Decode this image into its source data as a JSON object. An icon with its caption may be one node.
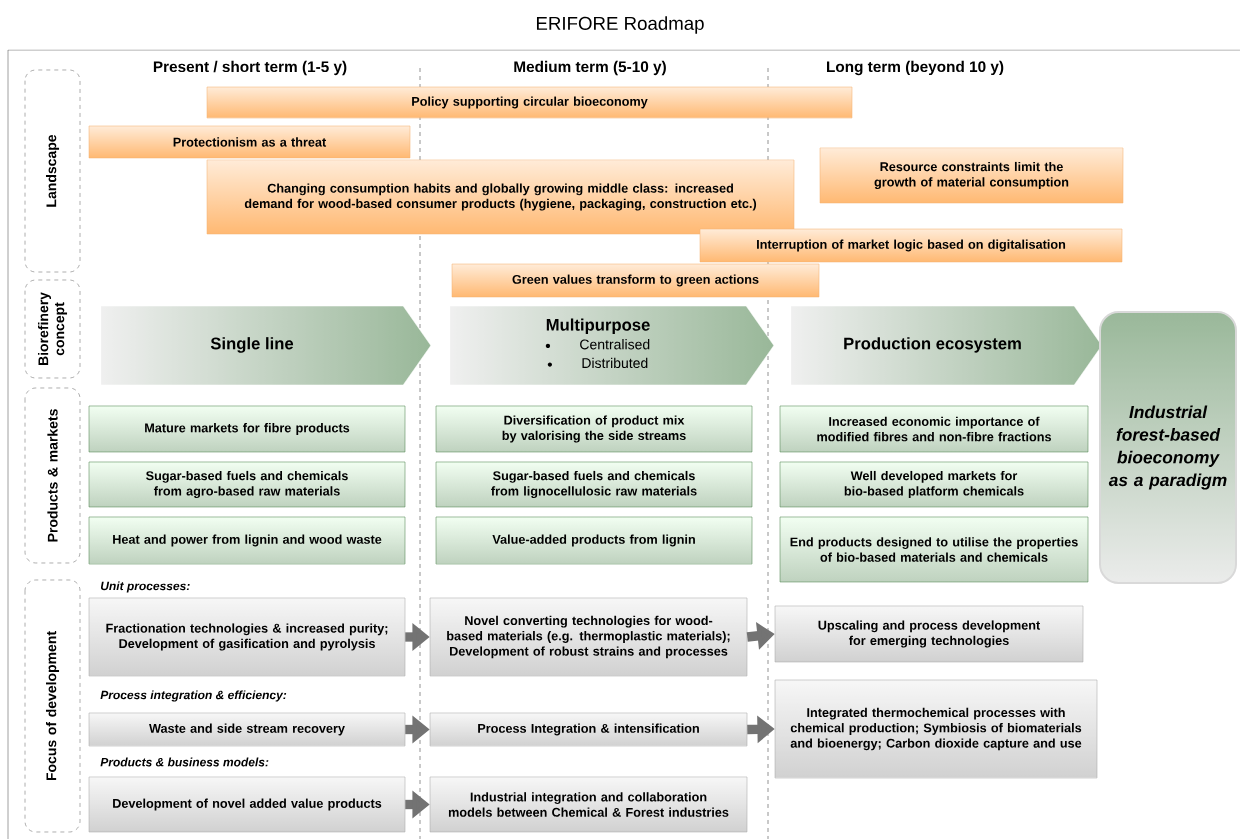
{
  "diagram": {
    "title": "ERIFORE Roadmap",
    "nodes": [
      {
        "text": [
          "Landscape"
        ]
      },
      {
        "text": [
          "Biorefinery concept"
        ]
      },
      {
        "text": [
          "Products & markets"
        ]
      },
      {
        "text": [
          "Focus of development"
        ]
      },
      {
        "text": [
          "Policy supporting circular bioeconomy"
        ]
      },
      {
        "text": [
          "Protectionism as a threat"
        ]
      },
      {
        "text": [
          "Changing consumption habits and globally growing middle class: increased demand for wood-based consumer products (hygiene, packaging, construction etc.)"
        ]
      },
      {
        "text": [
          "Resource constraints limit the growth of material consumption"
        ]
      },
      {
        "text": [
          "Interruption of market logic based on digitalisation"
        ]
      },
      {
        "text": [
          "Green values transform to green actions"
        ]
      },
      {
        "text": [
          "Single line"
        ]
      },
      {
        "text": [
          "Multipurpose",
          "Centralised",
          "Distributed"
        ]
      },
      {
        "text": [
          "Production ecosystem"
        ]
      },
      {
        "text": [
          "Industrial forest-based bioeconomy as a paradigm"
        ]
      },
      {
        "text": [
          "Mature markets for fibre products"
        ]
      },
      {
        "text": [
          "Sugar-based fuels and chemicals from agro-based raw materials"
        ]
      },
      {
        "text": [
          "Heat and power from lignin and wood waste"
        ]
      },
      {
        "text": [
          "Diversification of product mix by valorising the side streams"
        ]
      },
      {
        "text": [
          "Sugar-based fuels and chemicals from lignocellulosic raw materials"
        ]
      },
      {
        "text": [
          "Value-added products from lignin"
        ]
      },
      {
        "text": [
          "Increased economic importance of modified fibres and non-fibre fractions"
        ]
      },
      {
        "text": [
          "Well developed markets for bio-based platform chemicals"
        ]
      },
      {
        "text": [
          "End products designed to utilise the properties of bio-based materials and chemicals"
        ]
      },
      {
        "text": [
          "Fractionation technologies & increased purity; Development of gasification and pyrolysis"
        ]
      },
      {
        "text": [
          "Novel converting technologies for wood-based materials (e.g. thermoplastic materials); Development of robust strains and processes"
        ]
      },
      {
        "text": [
          "Upscaling and process development for emerging technologies"
        ]
      },
      {
        "text": [
          "Waste and side stream recovery"
        ]
      },
      {
        "text": [
          "Process Integration & intensification"
        ]
      },
      {
        "text": [
          "Integrated thermochemical processes with chemical production; Symbiosis of biomaterials and bioenergy; Carbon dioxide capture and use"
        ]
      },
      {
        "text": [
          "Development of novel added value products"
        ]
      },
      {
        "text": [
          "Industrial integration and collaboration models between Chemical & Forest industries"
        ]
      }
    ],
    "edges": [
      {
        "from": 23,
        "to": 24,
        "arrow": "to"
      },
      {
        "from": 24,
        "to": 25,
        "arrow": "to"
      },
      {
        "from": 26,
        "to": 27,
        "arrow": "to"
      },
      {
        "from": 27,
        "to": 28,
        "arrow": "to"
      },
      {
        "from": 29,
        "to": 30,
        "arrow": "to"
      }
    ],
    "labels": [
      "Present / short term (1-5 y)",
      "Medium term (5-10 y)",
      "Long term (beyond 10 y)",
      "Unit processes:",
      "Process integration & efficiency:",
      "Products & business models:"
    ]
  }
}
